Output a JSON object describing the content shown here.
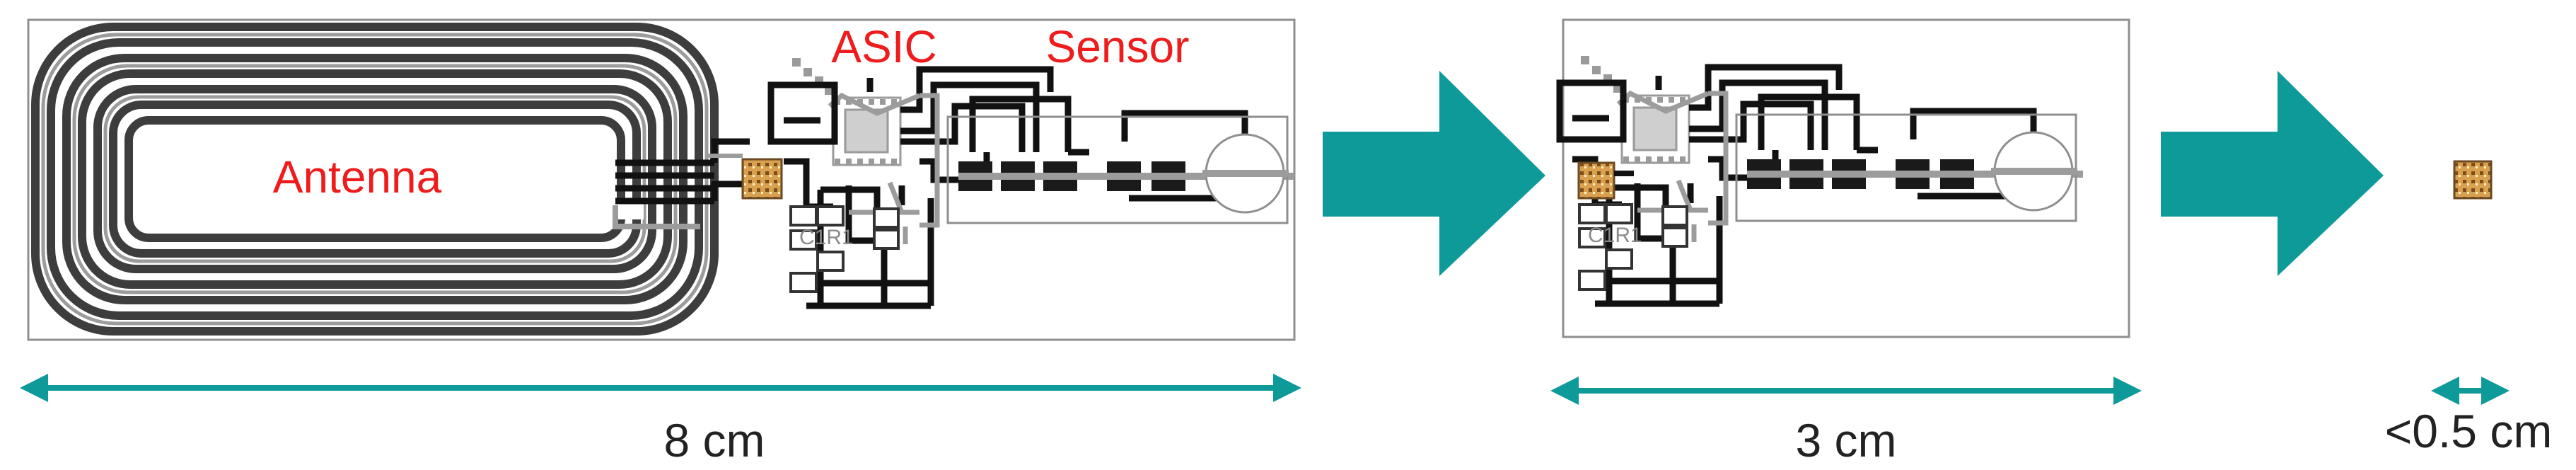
{
  "labels": {
    "asic": "ASIC",
    "sensor": "Sensor",
    "antenna": "Antenna",
    "silkscreen": "C1R1"
  },
  "dimensions": {
    "full": "8 cm",
    "reduced": "3 cm",
    "chip": "<0.5 cm"
  },
  "colors": {
    "label_red": "#ee1c1c",
    "teal": "#0f9a9a",
    "trace_dark": "#3d3d3d",
    "trace_black": "#111111",
    "trace_gray": "#9c9c9c",
    "chip_gold": "#d9a050",
    "board_outline": "#8f8f8f"
  },
  "icons": {
    "arrow": "teal-block-arrow",
    "dimension": "double-headed-arrow"
  }
}
